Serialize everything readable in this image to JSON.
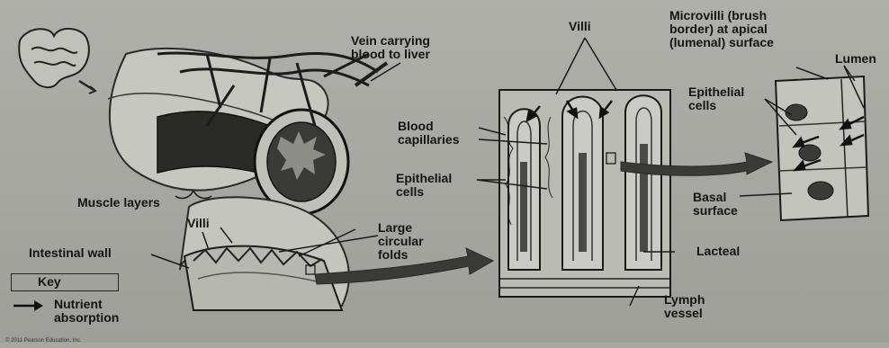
{
  "labels": {
    "vein": "Vein carrying\nblood to liver",
    "villi_top": "Villi",
    "microvilli": "Microvilli (brush\nborder) at apical\n(lumenal) surface",
    "lumen": "Lumen",
    "epithelial_right": "Epithelial\ncells",
    "blood_capillaries": "Blood\ncapillaries",
    "epithelial_mid": "Epithelial\ncells",
    "basal_surface": "Basal\nsurface",
    "muscle_layers": "Muscle layers",
    "villi_left": "Villi",
    "large_folds": "Large\ncircular\nfolds",
    "intestinal_wall": "Intestinal wall",
    "lacteal": "Lacteal",
    "lymph_vessel": "Lymph\nvessel",
    "key_title": "Key",
    "key_entry": "Nutrient\nabsorption",
    "copyright": "© 2011 Pearson Education, Inc."
  },
  "colors": {
    "background": "#a6a8a1",
    "tissue_light": "#c9cbc4",
    "tissue_dark": "#2a2b28",
    "line": "#1a1a1a"
  }
}
